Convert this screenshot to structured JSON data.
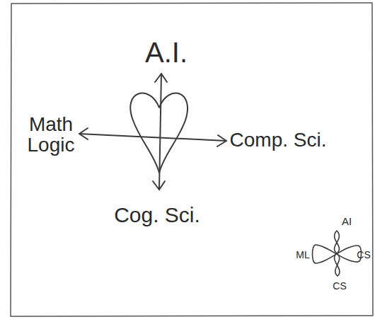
{
  "diagram": {
    "labels": [
      "A.I.",
      "Math Logic",
      "Comp. Sci.",
      "Cog. Sci.",
      "AI",
      "ML",
      "CS",
      "CS"
    ]
  }
}
